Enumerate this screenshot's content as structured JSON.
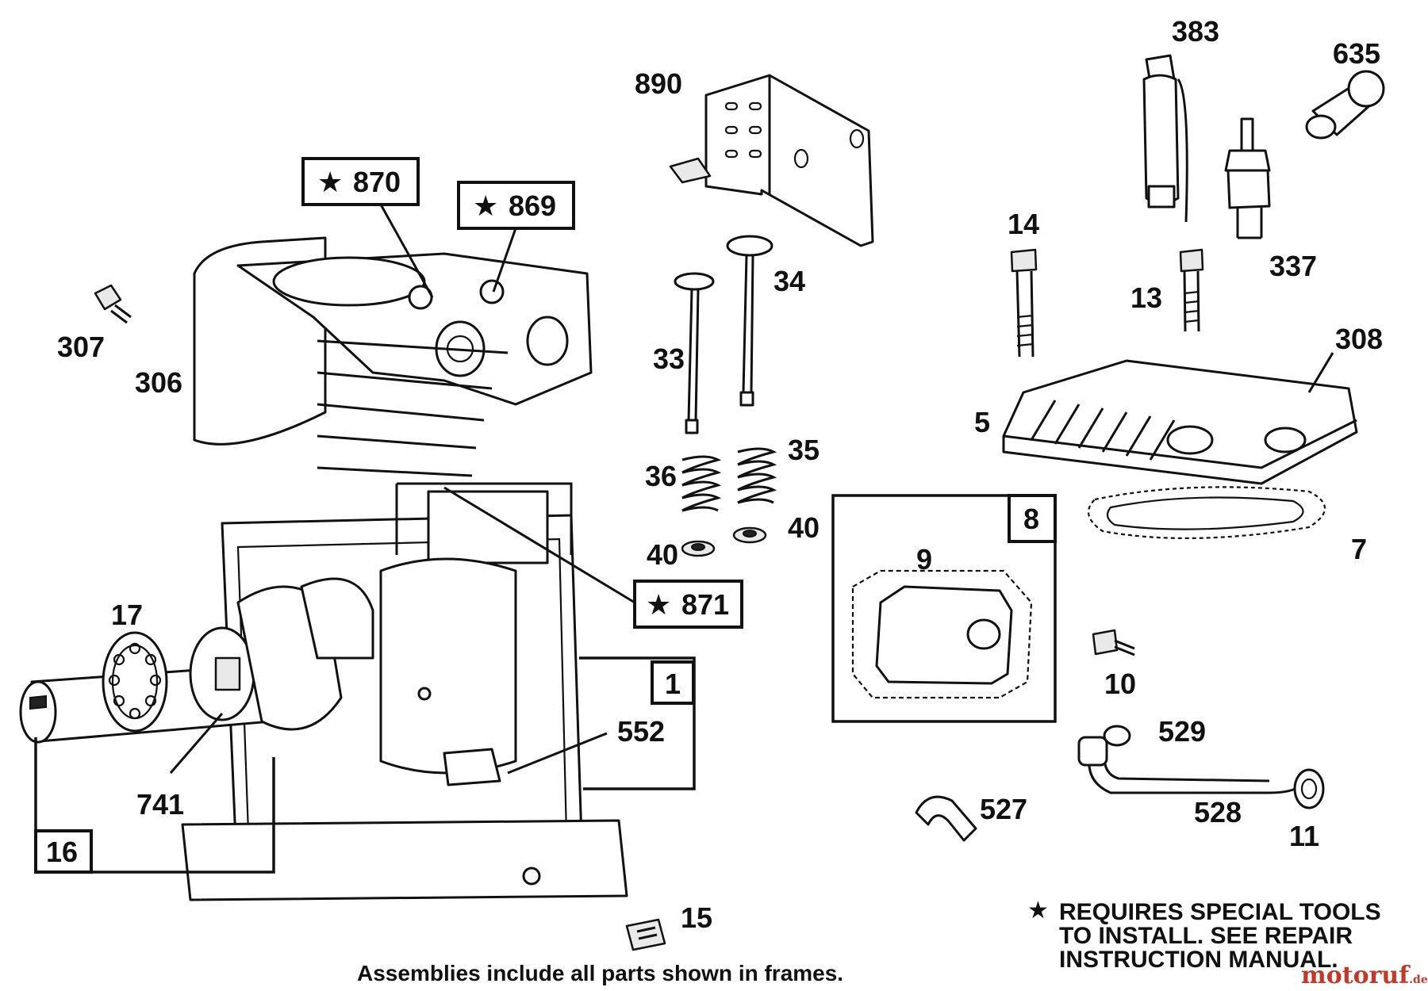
{
  "labels": {
    "p890": "890",
    "p383": "383",
    "p635": "635",
    "p870": "870",
    "p869": "869",
    "p871": "871",
    "p307": "307",
    "p306": "306",
    "p34": "34",
    "p33": "33",
    "p14": "14",
    "p13": "13",
    "p337": "337",
    "p308": "308",
    "p5": "5",
    "p36": "36",
    "p35": "35",
    "p40a": "40",
    "p40b": "40",
    "p8": "8",
    "p9": "9",
    "p7": "7",
    "p17": "17",
    "p1": "1",
    "p552": "552",
    "p10": "10",
    "p529": "529",
    "p741": "741",
    "p527": "527",
    "p528": "528",
    "p11": "11",
    "p16": "16",
    "p15": "15"
  },
  "star": "★",
  "note": {
    "line1": "REQUIRES SPECIAL TOOLS",
    "line2": "TO INSTALL.  SEE REPAIR",
    "line3": "INSTRUCTION MANUAL."
  },
  "caption": "Assemblies include all parts shown in frames.",
  "watermark": {
    "main": "motoruf",
    "suffix": ".de"
  }
}
